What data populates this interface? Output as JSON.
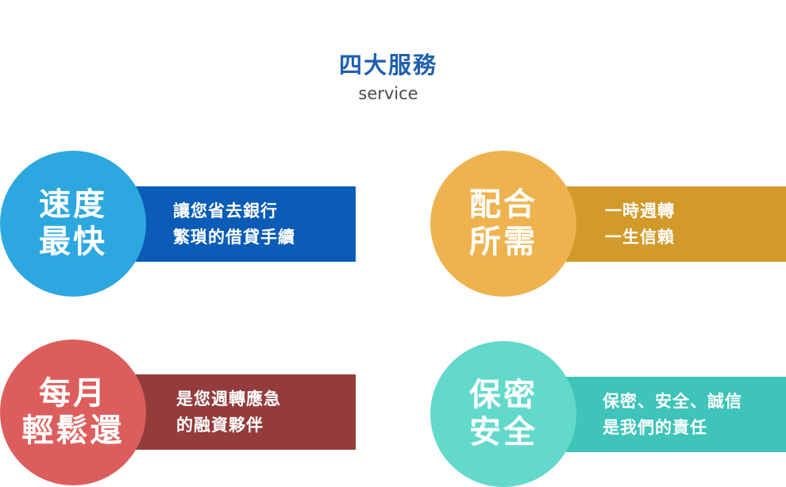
{
  "header": {
    "title": "四大服務",
    "subtitle": "service"
  },
  "services": [
    {
      "title_line1": "速度",
      "title_line2": "最快",
      "desc_line1": "讓您省去銀行",
      "desc_line2": "繁瑣的借貸手續",
      "circle_color": "#2ca7e0",
      "bar_color": "#0a5cb6"
    },
    {
      "title_line1": "配合",
      "title_line2": "所需",
      "desc_line1": "一時週轉",
      "desc_line2": "一生信賴",
      "circle_color": "#eeb34f",
      "bar_color": "#d29a2b"
    },
    {
      "title_line1": "每月",
      "title_line2": "輕鬆還",
      "desc_line1": "是您週轉應急",
      "desc_line2": "的融資夥伴",
      "circle_color": "#dc5e5c",
      "bar_color": "#943c3c"
    },
    {
      "title_line1": "保密",
      "title_line2": "安全",
      "desc_line1": "保密、安全、誠信",
      "desc_line2": "是我們的責任",
      "circle_color": "#62d9cb",
      "bar_color": "#3ec4b8"
    }
  ]
}
